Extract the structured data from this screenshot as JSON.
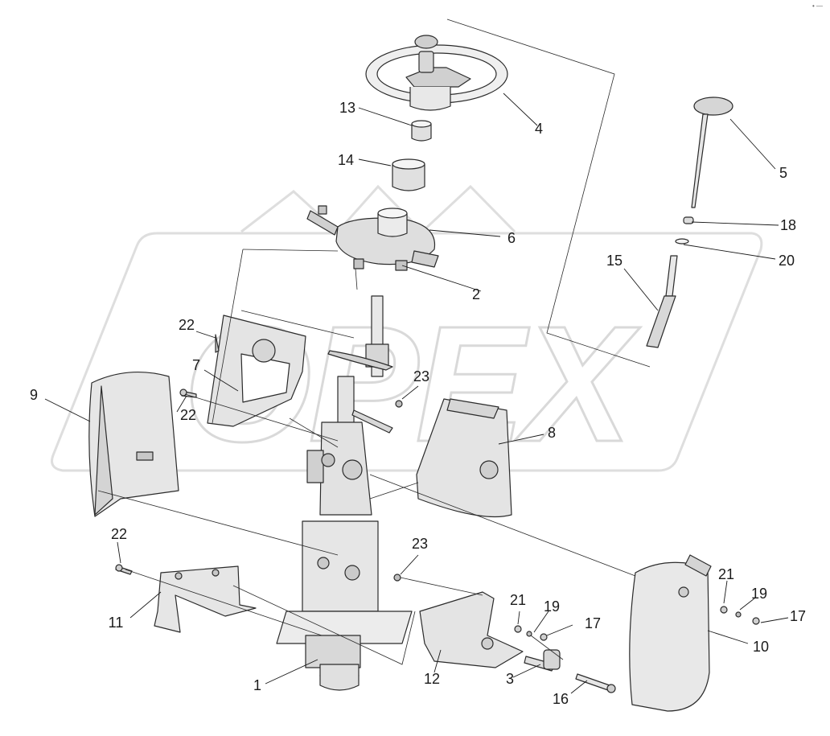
{
  "watermark": {
    "text": "OPEX",
    "color": "#d9d9d9"
  },
  "corner_mark": "• —",
  "colors": {
    "line": "#2b2b2b",
    "part_fill": "#e4e4e4",
    "part_dark": "#bdbdbd",
    "label": "#1a1a1a"
  },
  "callouts": [
    {
      "id": "p1",
      "label": "1"
    },
    {
      "id": "p2",
      "label": "2"
    },
    {
      "id": "p3",
      "label": "3"
    },
    {
      "id": "p4",
      "label": "4"
    },
    {
      "id": "p5",
      "label": "5"
    },
    {
      "id": "p6",
      "label": "6"
    },
    {
      "id": "p7",
      "label": "7"
    },
    {
      "id": "p8",
      "label": "8"
    },
    {
      "id": "p9",
      "label": "9"
    },
    {
      "id": "p10",
      "label": "10"
    },
    {
      "id": "p11",
      "label": "11"
    },
    {
      "id": "p12",
      "label": "12"
    },
    {
      "id": "p13",
      "label": "13"
    },
    {
      "id": "p14",
      "label": "14"
    },
    {
      "id": "p15",
      "label": "15"
    },
    {
      "id": "p16",
      "label": "16"
    },
    {
      "id": "p17a",
      "label": "17"
    },
    {
      "id": "p17b",
      "label": "17"
    },
    {
      "id": "p18",
      "label": "18"
    },
    {
      "id": "p19a",
      "label": "19"
    },
    {
      "id": "p19b",
      "label": "19"
    },
    {
      "id": "p20",
      "label": "20"
    },
    {
      "id": "p21a",
      "label": "21"
    },
    {
      "id": "p21b",
      "label": "21"
    },
    {
      "id": "p22a",
      "label": "22"
    },
    {
      "id": "p22b",
      "label": "22"
    },
    {
      "id": "p22c",
      "label": "22"
    },
    {
      "id": "p23a",
      "label": "23"
    },
    {
      "id": "p23b",
      "label": "23"
    }
  ]
}
